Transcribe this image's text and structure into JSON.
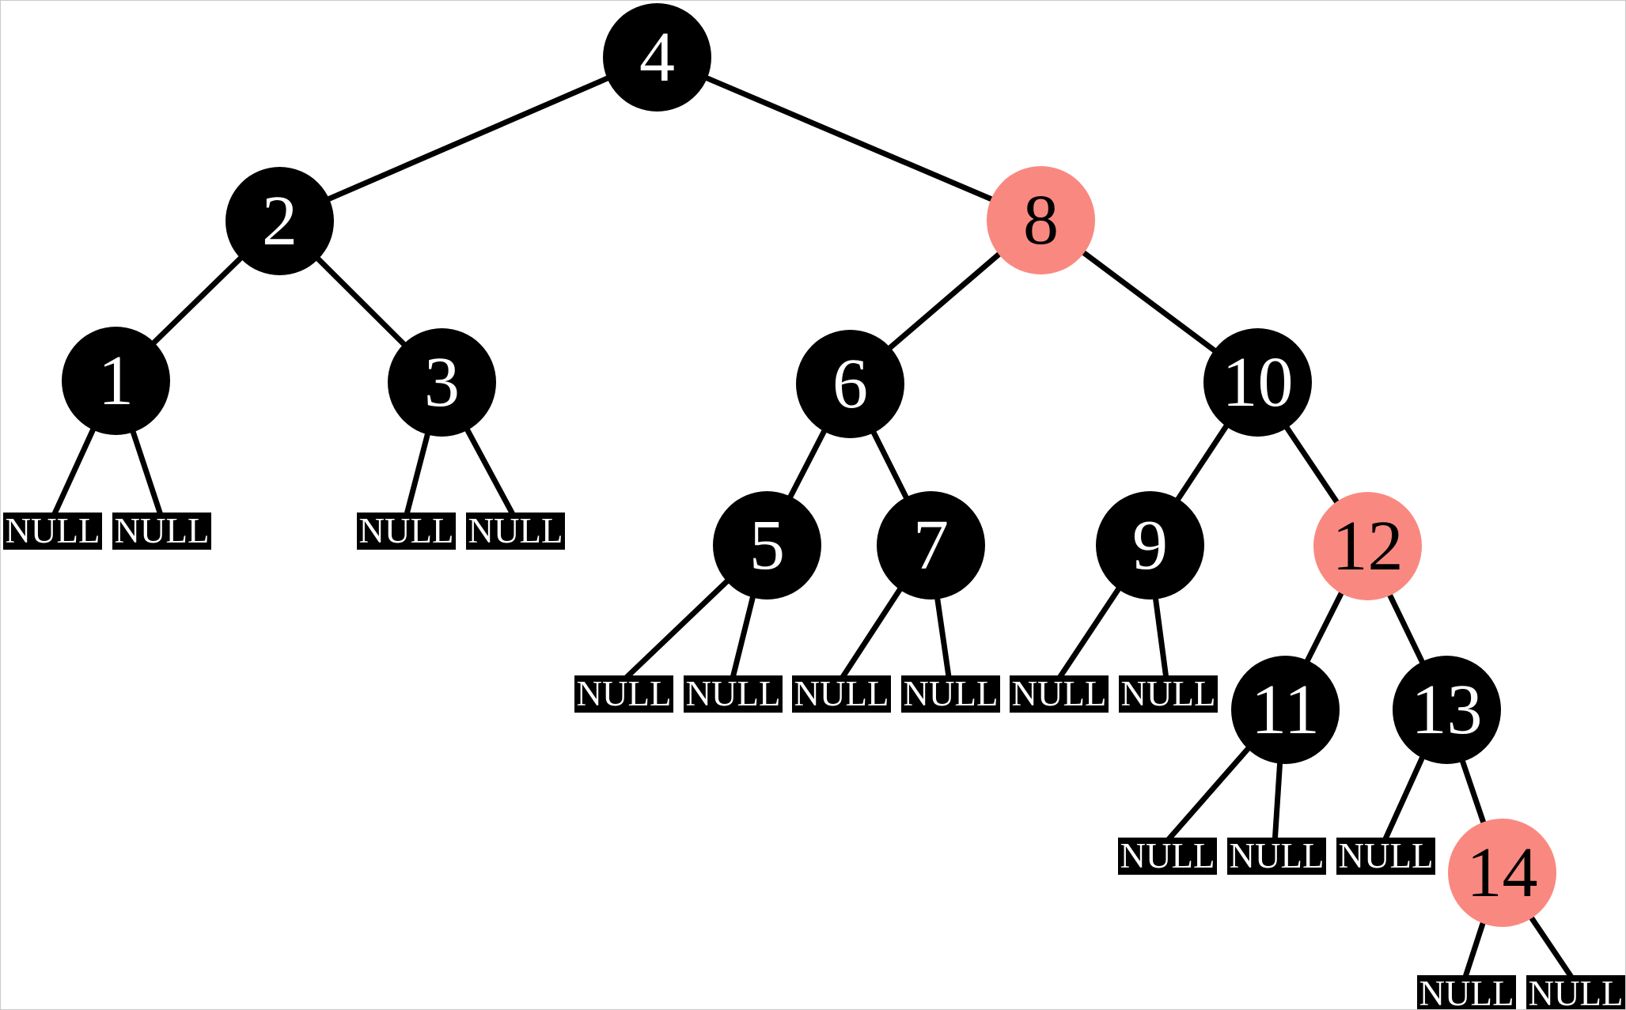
{
  "figure": {
    "type": "red-black-tree-diagram",
    "background": "#ffffff",
    "border_color": "#c9c9c9"
  },
  "colors": {
    "black_node_fill": "#000000",
    "red_node_fill": "#f98980",
    "black_node_text": "#ffffff",
    "red_node_text": "#000000",
    "edge_stroke": "#000000",
    "null_box_fill": "#000000",
    "null_box_text": "#ffffff"
  },
  "labels": {
    "null": "NULL"
  },
  "nodes": [
    {
      "value": "4",
      "color": "black"
    },
    {
      "value": "2",
      "color": "black"
    },
    {
      "value": "8",
      "color": "red"
    },
    {
      "value": "1",
      "color": "black"
    },
    {
      "value": "3",
      "color": "black"
    },
    {
      "value": "6",
      "color": "black"
    },
    {
      "value": "10",
      "color": "black"
    },
    {
      "value": "5",
      "color": "black"
    },
    {
      "value": "7",
      "color": "black"
    },
    {
      "value": "9",
      "color": "black"
    },
    {
      "value": "12",
      "color": "red"
    },
    {
      "value": "11",
      "color": "black"
    },
    {
      "value": "13",
      "color": "black"
    },
    {
      "value": "14",
      "color": "red"
    }
  ],
  "tree_structure": {
    "root": "4",
    "red_nodes": [
      "8",
      "12",
      "14"
    ],
    "black_nodes": [
      "4",
      "2",
      "1",
      "3",
      "6",
      "10",
      "5",
      "7",
      "9",
      "11",
      "13"
    ],
    "children": {
      "4": [
        "2",
        "8"
      ],
      "2": [
        "1",
        "3"
      ],
      "1": [
        "NULL",
        "NULL"
      ],
      "3": [
        "NULL",
        "NULL"
      ],
      "8": [
        "6",
        "10"
      ],
      "6": [
        "5",
        "7"
      ],
      "5": [
        "NULL",
        "NULL"
      ],
      "7": [
        "NULL",
        "NULL"
      ],
      "10": [
        "9",
        "12"
      ],
      "9": [
        "NULL",
        "NULL"
      ],
      "12": [
        "11",
        "13"
      ],
      "11": [
        "NULL",
        "NULL"
      ],
      "13": [
        "NULL",
        "14"
      ],
      "14": [
        "NULL",
        "NULL"
      ]
    }
  }
}
